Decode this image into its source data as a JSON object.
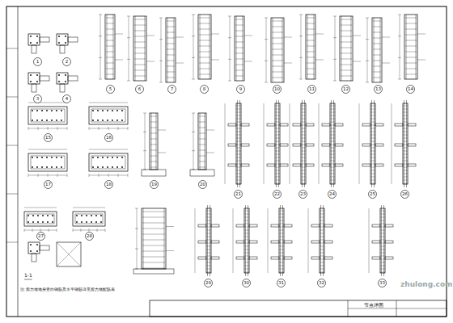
{
  "diagram": {
    "labels": [
      "1",
      "2",
      "3",
      "4",
      "5",
      "6",
      "7",
      "8",
      "9",
      "10",
      "11",
      "12",
      "13",
      "14",
      "15",
      "16",
      "17",
      "18",
      "19",
      "20",
      "21",
      "22",
      "23",
      "24",
      "25",
      "26",
      "27",
      "28",
      "1-1",
      "29",
      "30",
      "31",
      "32",
      "33",
      "注:剪力墙墙身竖向钢筋及水平钢筋详见剪力墙配筋表",
      "节点详图",
      "zhulong.com"
    ]
  }
}
